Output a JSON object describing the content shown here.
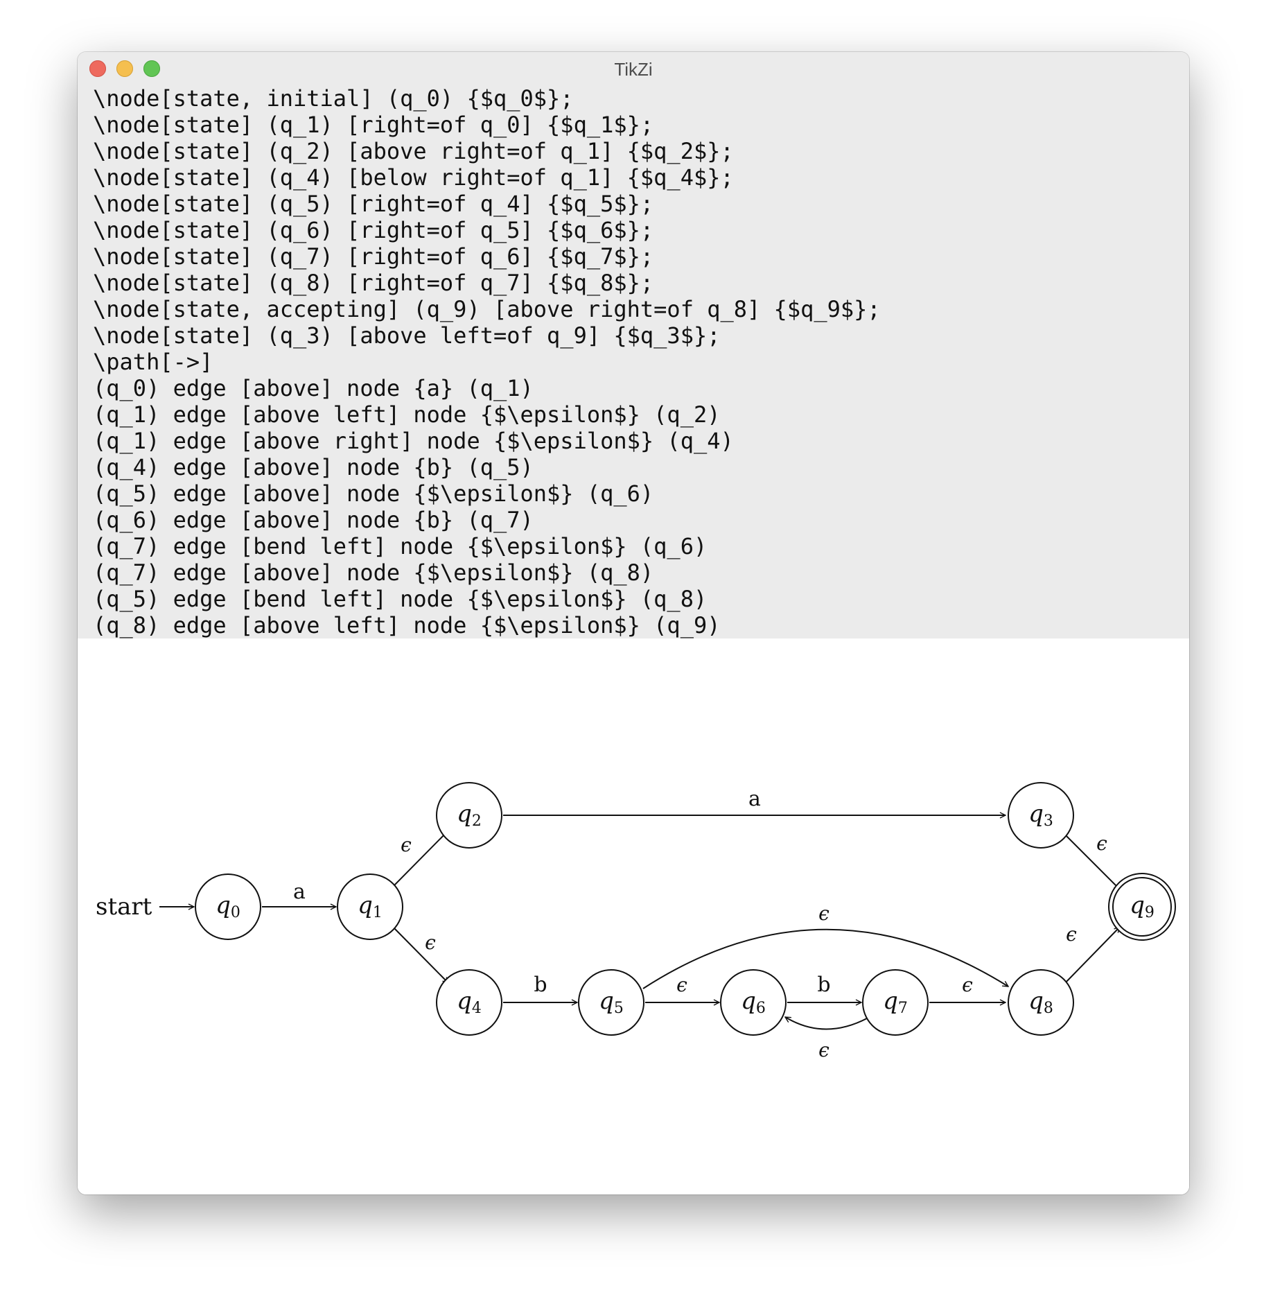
{
  "window": {
    "title": "TikZi"
  },
  "editor": {
    "lines": [
      "\\node[state, initial] (q_0) {$q_0$};",
      "\\node[state] (q_1) [right=of q_0] {$q_1$};",
      "\\node[state] (q_2) [above right=of q_1] {$q_2$};",
      "\\node[state] (q_4) [below right=of q_1] {$q_4$};",
      "\\node[state] (q_5) [right=of q_4] {$q_5$};",
      "\\node[state] (q_6) [right=of q_5] {$q_6$};",
      "\\node[state] (q_7) [right=of q_6] {$q_7$};",
      "\\node[state] (q_8) [right=of q_7] {$q_8$};",
      "\\node[state, accepting] (q_9) [above right=of q_8] {$q_9$};",
      "\\node[state] (q_3) [above left=of q_9] {$q_3$};",
      "\\path[->]",
      "(q_0) edge [above] node {a} (q_1)",
      "(q_1) edge [above left] node {$\\epsilon$} (q_2)",
      "(q_1) edge [above right] node {$\\epsilon$} (q_4)",
      "(q_4) edge [above] node {b} (q_5)",
      "(q_5) edge [above] node {$\\epsilon$} (q_6)",
      "(q_6) edge [above] node {b} (q_7)",
      "(q_7) edge [bend left] node {$\\epsilon$} (q_6)",
      "(q_7) edge [above] node {$\\epsilon$} (q_8)",
      "(q_5) edge [bend left] node {$\\epsilon$} (q_8)",
      "(q_8) edge [above left] node {$\\epsilon$} (q_9)"
    ]
  },
  "diagram": {
    "start_label": "start",
    "states": {
      "q0": {
        "base": "q",
        "sub": "0"
      },
      "q1": {
        "base": "q",
        "sub": "1"
      },
      "q2": {
        "base": "q",
        "sub": "2"
      },
      "q3": {
        "base": "q",
        "sub": "3"
      },
      "q4": {
        "base": "q",
        "sub": "4"
      },
      "q5": {
        "base": "q",
        "sub": "5"
      },
      "q6": {
        "base": "q",
        "sub": "6"
      },
      "q7": {
        "base": "q",
        "sub": "7"
      },
      "q8": {
        "base": "q",
        "sub": "8"
      },
      "q9": {
        "base": "q",
        "sub": "9",
        "accepting": true
      }
    },
    "edges": {
      "q0_q1": "a",
      "q1_q2": "ϵ",
      "q1_q4": "ϵ",
      "q2_q3": "a",
      "q3_q9": "ϵ",
      "q4_q5": "b",
      "q5_q6": "ϵ",
      "q6_q7": "b",
      "q7_q6": "ϵ",
      "q7_q8": "ϵ",
      "q5_q8": "ϵ",
      "q8_q9": "ϵ"
    }
  }
}
